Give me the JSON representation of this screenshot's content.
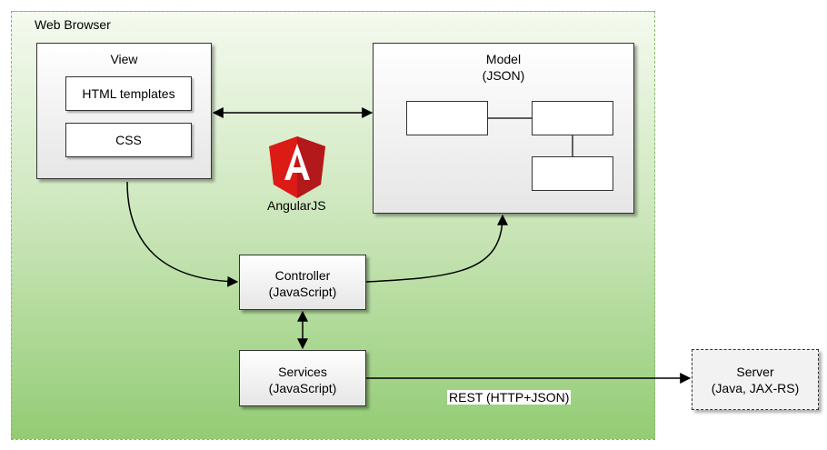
{
  "container": {
    "title": "Web Browser"
  },
  "view": {
    "title": "View",
    "items": [
      "HTML templates",
      "CSS"
    ]
  },
  "model": {
    "title": "Model",
    "subtitle": "(JSON)"
  },
  "controller": {
    "line1": "Controller",
    "line2": "(JavaScript)"
  },
  "services": {
    "line1": "Services",
    "line2": "(JavaScript)"
  },
  "server": {
    "line1": "Server",
    "line2": "(Java, JAX-RS)"
  },
  "connection": {
    "rest_label": "REST (HTTP+JSON)"
  },
  "logo": {
    "label": "AngularJS",
    "letter": "A"
  },
  "colors": {
    "logo_red": "#dd1b16",
    "logo_dark_red": "#b3181a",
    "browser_green": "#93cc74"
  }
}
